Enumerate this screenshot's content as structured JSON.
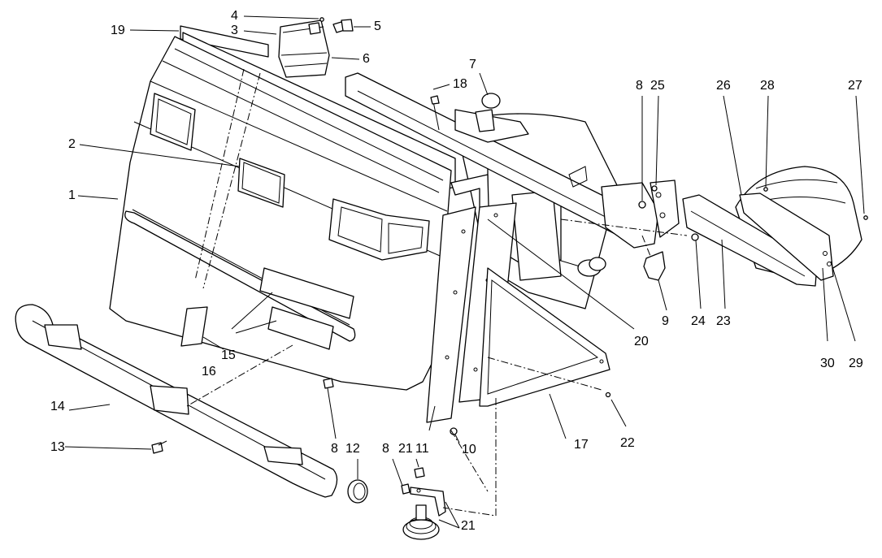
{
  "callouts": {
    "c1": "1",
    "c2": "2",
    "c3": "3",
    "c4": "4",
    "c5": "5",
    "c6": "6",
    "c7": "7",
    "c8a": "8",
    "c8b": "8",
    "c8c": "8",
    "c9": "9",
    "c10": "10",
    "c11": "11",
    "c12": "12",
    "c13": "13",
    "c14": "14",
    "c15": "15",
    "c16": "16",
    "c17": "17",
    "c18": "18",
    "c19": "19",
    "c20": "20",
    "c21a": "21",
    "c21b": "21",
    "c22": "22",
    "c23": "23",
    "c24": "24",
    "c25": "25",
    "c26": "26",
    "c27": "27",
    "c28": "28",
    "c29": "29",
    "c30": "30"
  }
}
